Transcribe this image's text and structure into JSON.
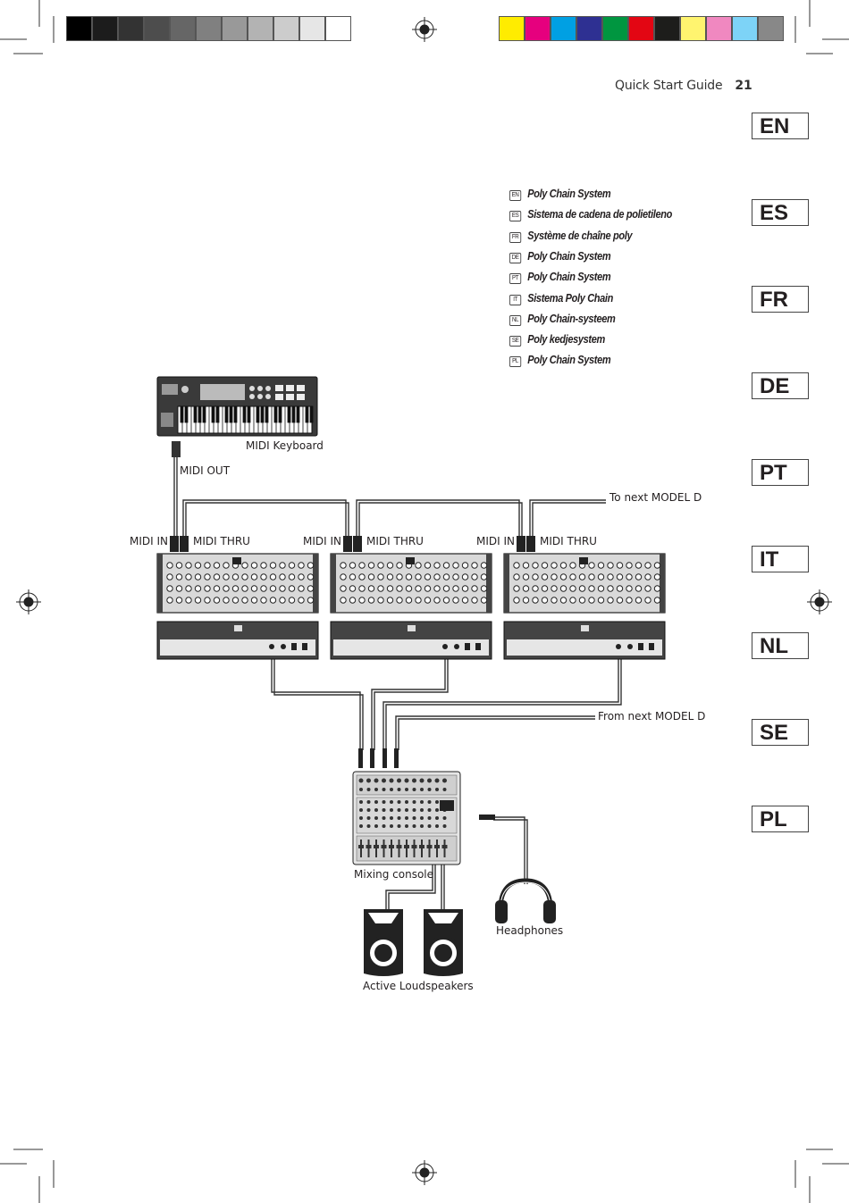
{
  "header": {
    "guide_title": "Quick Start Guide",
    "page_number": "21"
  },
  "registration": {
    "grayscale": [
      "#000000",
      "#1c1c1c",
      "#333333",
      "#4d4d4d",
      "#666666",
      "#808080",
      "#999999",
      "#b3b3b3",
      "#cccccc",
      "#e6e6e6",
      "#ffffff"
    ],
    "process": [
      "#ffec00",
      "#e6007e",
      "#00a0e3",
      "#2e3092",
      "#009640",
      "#e30613",
      "#1d1d1b",
      "#fff46f",
      "#f088c0",
      "#7dd3f7",
      "#888888"
    ]
  },
  "language_tabs": [
    "EN",
    "ES",
    "FR",
    "DE",
    "PT",
    "IT",
    "NL",
    "SE",
    "PL"
  ],
  "titles": [
    {
      "code": "EN",
      "text": "Poly Chain System"
    },
    {
      "code": "ES",
      "text": "Sistema de cadena de polietileno"
    },
    {
      "code": "FR",
      "text": "Système de chaîne poly"
    },
    {
      "code": "DE",
      "text": "Poly Chain System"
    },
    {
      "code": "PT",
      "text": "Poly Chain System"
    },
    {
      "code": "IT",
      "text": "Sistema Poly Chain"
    },
    {
      "code": "NL",
      "text": "Poly Chain-systeem"
    },
    {
      "code": "SE",
      "text": "Poly kedjesystem"
    },
    {
      "code": "PL",
      "text": "Poly Chain System"
    }
  ],
  "diagram": {
    "midi_keyboard": "MIDI Keyboard",
    "midi_out": "MIDI OUT",
    "midi_in": "MIDI IN",
    "midi_thru": "MIDI THRU",
    "to_next": "To next MODEL D",
    "from_next": "From next MODEL D",
    "mixing_console": "Mixing console",
    "headphones": "Headphones",
    "active_loudspeakers": "Active Loudspeakers"
  }
}
